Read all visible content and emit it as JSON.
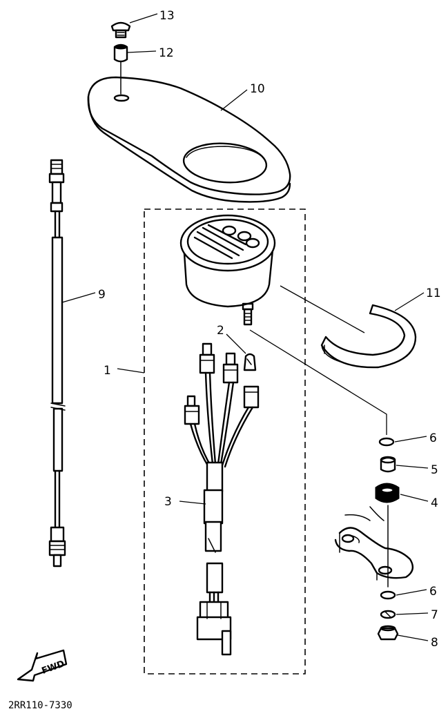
{
  "labels": {
    "p1": "1",
    "p2": "2",
    "p3": "3",
    "p4": "4",
    "p5": "5",
    "p6a": "6",
    "p6b": "6",
    "p7": "7",
    "p8": "8",
    "p9": "9",
    "p10": "10",
    "p11": "11",
    "p12": "12",
    "p13": "13"
  },
  "fwd_arrow_text": "FWD",
  "diagram_code": "2RR110-7330"
}
